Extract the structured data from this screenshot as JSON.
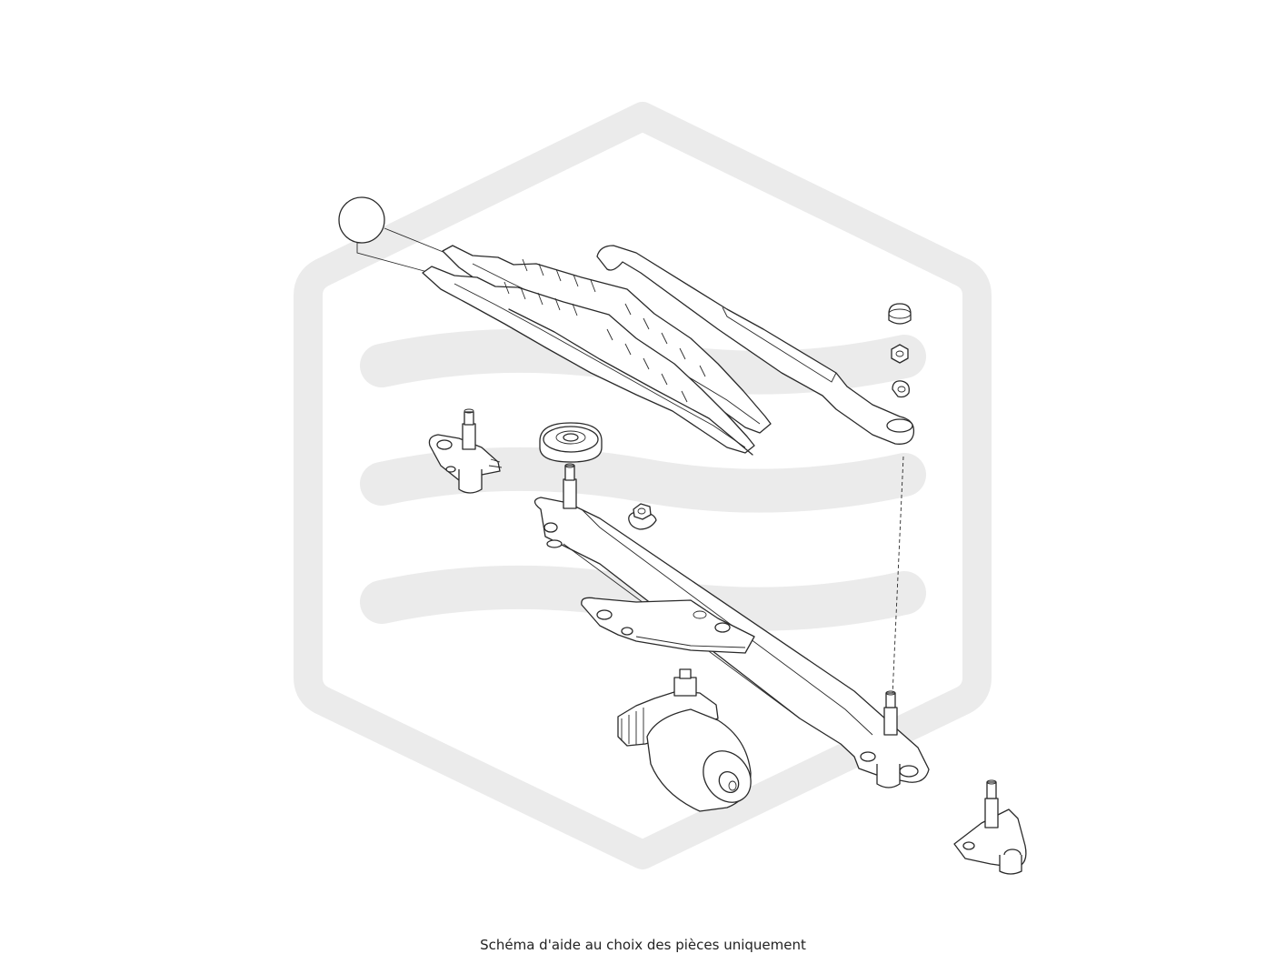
{
  "caption": "Schéma d'aide au choix des pièces uniquement",
  "callout": {
    "number": ""
  },
  "colors": {
    "watermark": "#ebebeb",
    "line": "#2a2a2a",
    "background": "#ffffff"
  },
  "parts": [
    "wiper-blades",
    "wiper-arm",
    "cap-nut-washer-set",
    "left-pivot",
    "grommet",
    "flange-nut",
    "wiper-linkage",
    "wiper-motor",
    "right-pivot"
  ]
}
